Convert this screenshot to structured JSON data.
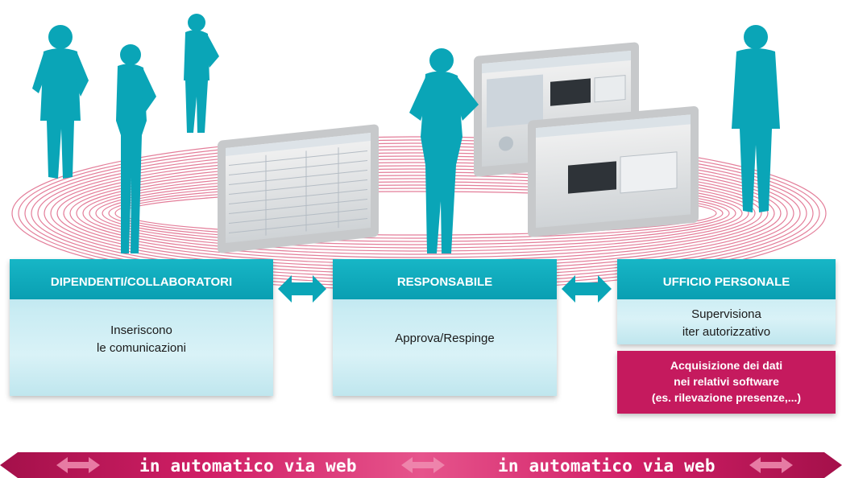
{
  "boxes": [
    {
      "header": "DIPENDENTI/COLLABORATORI",
      "lines": [
        "Inseriscono",
        "le comunicazioni"
      ]
    },
    {
      "header": "RESPONSABILE",
      "lines": [
        "Approva/Respinge"
      ]
    },
    {
      "header": "UFFICIO PERSONALE",
      "lines": [
        "Supervisiona",
        "iter autorizzativo"
      ]
    }
  ],
  "acquisition": {
    "lines": [
      "Acquisizione dei dati",
      "nei relativi software",
      "(es. rilevazione presenze,...)"
    ]
  },
  "bottom_bar": {
    "labels": [
      "in automatico via web",
      "in automatico via web"
    ]
  },
  "colors": {
    "teal": "#0aa5b7",
    "magenta": "#c51a5e",
    "pink_rings": "#e0708f",
    "panel_light": "#c9ecf3"
  }
}
